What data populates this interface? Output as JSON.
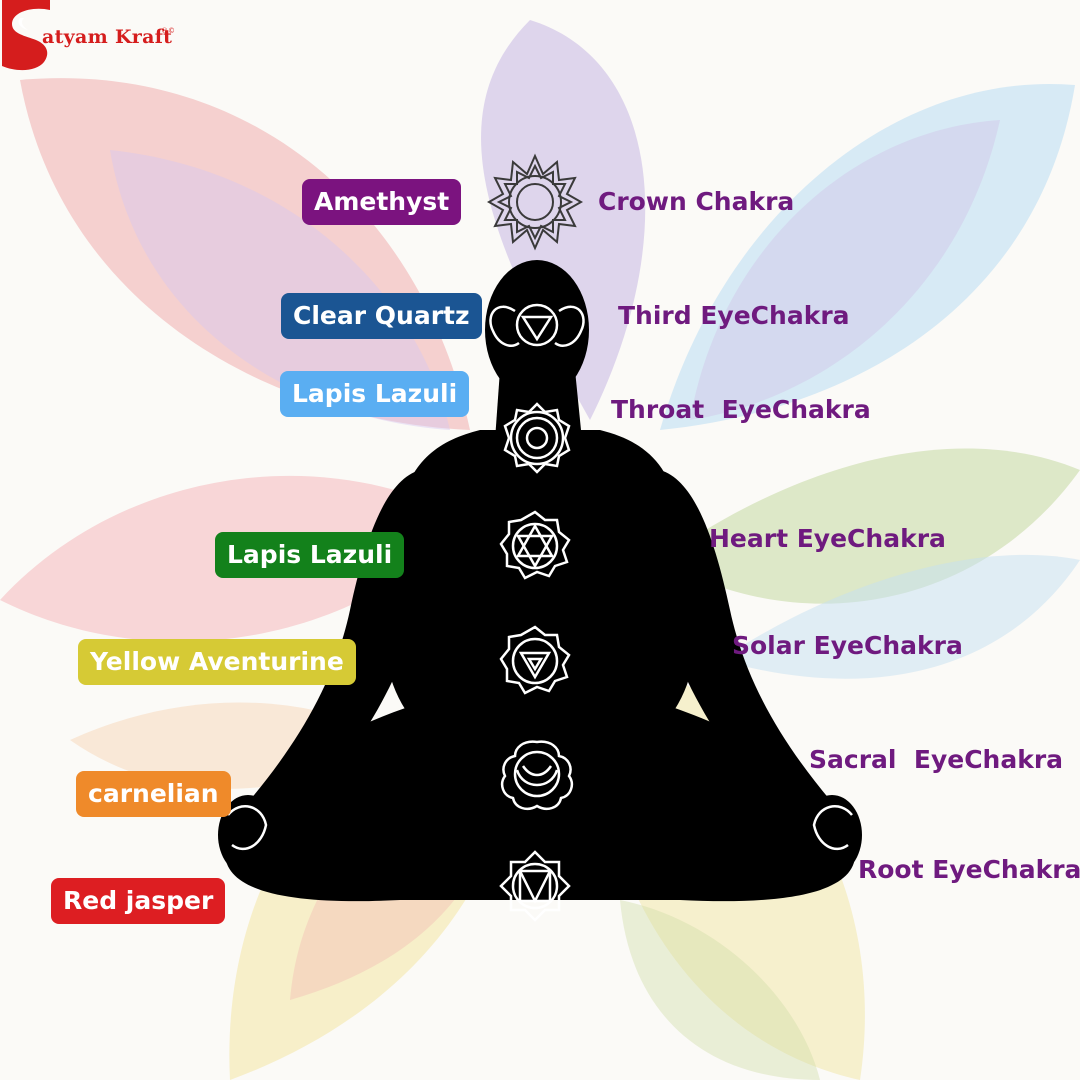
{
  "brand": {
    "initial": "S",
    "rest": "atyam Kraft",
    "mark": "®©",
    "color": "#d51d1d"
  },
  "colors": {
    "label_text": "#6f1a7f",
    "silhouette": "#000000"
  },
  "stones": [
    {
      "name": "Amethyst",
      "color": "#7b137f"
    },
    {
      "name": "Clear Quartz",
      "color": "#1b5593"
    },
    {
      "name": "Lapis Lazuli",
      "color": "#5aaef2"
    },
    {
      "name": "Lapis Lazuli",
      "color": "#13811b"
    },
    {
      "name": "Yellow Aventurine",
      "color": "#d6ca35"
    },
    {
      "name": "carnelian",
      "color": "#ef8a2a"
    },
    {
      "name": "Red jasper",
      "color": "#dd1e22"
    }
  ],
  "chakras": [
    {
      "name": "Crown Chakra"
    },
    {
      "name": "Third EyeChakra"
    },
    {
      "name": "Throat  EyeChakra"
    },
    {
      "name": "Heart EyeChakra"
    },
    {
      "name": "Solar EyeChakra"
    },
    {
      "name": "Sacral  EyeChakra"
    },
    {
      "name": "Root EyeChakra"
    }
  ],
  "symbols": [
    {
      "kind": "crown-lotus-icon"
    },
    {
      "kind": "third-eye-triangle-icon"
    },
    {
      "kind": "throat-circle-icon"
    },
    {
      "kind": "heart-hexagram-icon"
    },
    {
      "kind": "solar-triangle-icon"
    },
    {
      "kind": "sacral-crescent-icon"
    },
    {
      "kind": "root-square-icon"
    }
  ]
}
